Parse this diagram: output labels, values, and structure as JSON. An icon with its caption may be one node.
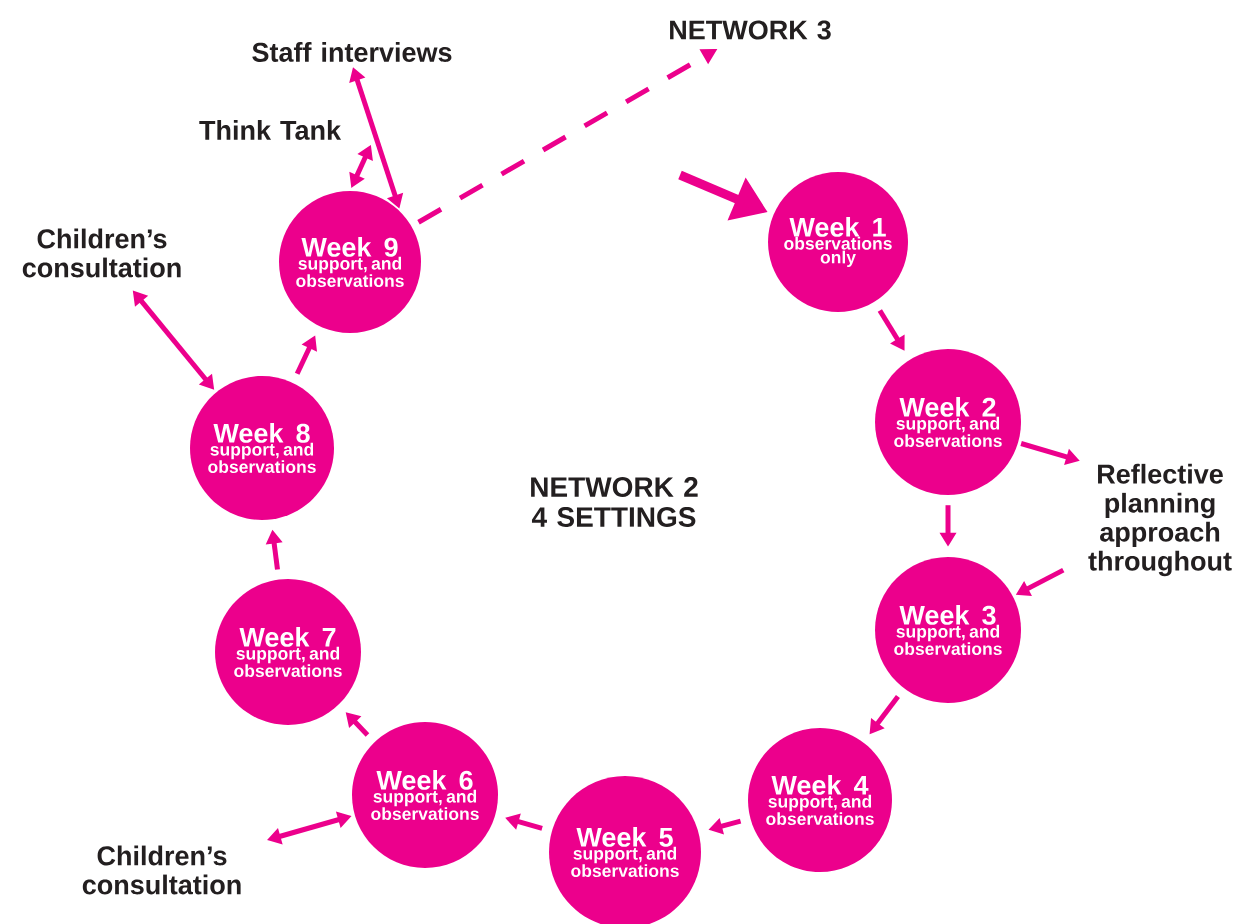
{
  "diagram": {
    "nodes": [
      {
        "text": [
          "Week 1",
          "observations only"
        ]
      },
      {
        "text": [
          "Week 2",
          "support, and observations"
        ]
      },
      {
        "text": [
          "Week 3",
          "support, and observations"
        ]
      },
      {
        "text": [
          "Week 4",
          "support, and observations"
        ]
      },
      {
        "text": [
          "Week 5",
          "support, and observations"
        ]
      },
      {
        "text": [
          "Week 6",
          "support, and observations"
        ]
      },
      {
        "text": [
          "Week 7",
          "support, and observations"
        ]
      },
      {
        "text": [
          "Week 8",
          "support, and observations"
        ]
      },
      {
        "text": [
          "Week 9",
          "support, and observations"
        ]
      },
      {
        "text": [
          "NETWORK 3"
        ]
      },
      {
        "text": [
          "Staff interviews"
        ]
      },
      {
        "text": [
          "Think Tank"
        ]
      },
      {
        "text": [
          "Children’s consultation"
        ]
      },
      {
        "text": [
          "Children’s consultation"
        ]
      },
      {
        "text": [
          "Reflective planning approach throughout"
        ]
      }
    ],
    "edges": [
      {
        "from": null,
        "to": 0,
        "arrow": "to",
        "style": "thick"
      },
      {
        "from": 0,
        "to": 1,
        "arrow": "to"
      },
      {
        "from": 1,
        "to": 2,
        "arrow": "to"
      },
      {
        "from": 2,
        "to": 3,
        "arrow": "to"
      },
      {
        "from": 3,
        "to": 4,
        "arrow": "to"
      },
      {
        "from": 4,
        "to": 5,
        "arrow": "to"
      },
      {
        "from": 5,
        "to": 6,
        "arrow": "to"
      },
      {
        "from": 6,
        "to": 7,
        "arrow": "to"
      },
      {
        "from": 7,
        "to": 8,
        "arrow": "to"
      },
      {
        "from": 8,
        "to": 9,
        "arrow": "to",
        "style": "dashed"
      },
      {
        "from": 11,
        "to": 8,
        "arrow": "both"
      },
      {
        "from": 10,
        "to": 8,
        "arrow": "both"
      },
      {
        "from": 12,
        "to": 7,
        "arrow": "both"
      },
      {
        "from": 13,
        "to": 5,
        "arrow": "both"
      },
      {
        "from": 1,
        "to": 14,
        "arrow": "to"
      },
      {
        "from": 14,
        "to": 2,
        "arrow": "to"
      }
    ],
    "labels": [
      "NETWORK 2 4 SETTINGS"
    ]
  }
}
